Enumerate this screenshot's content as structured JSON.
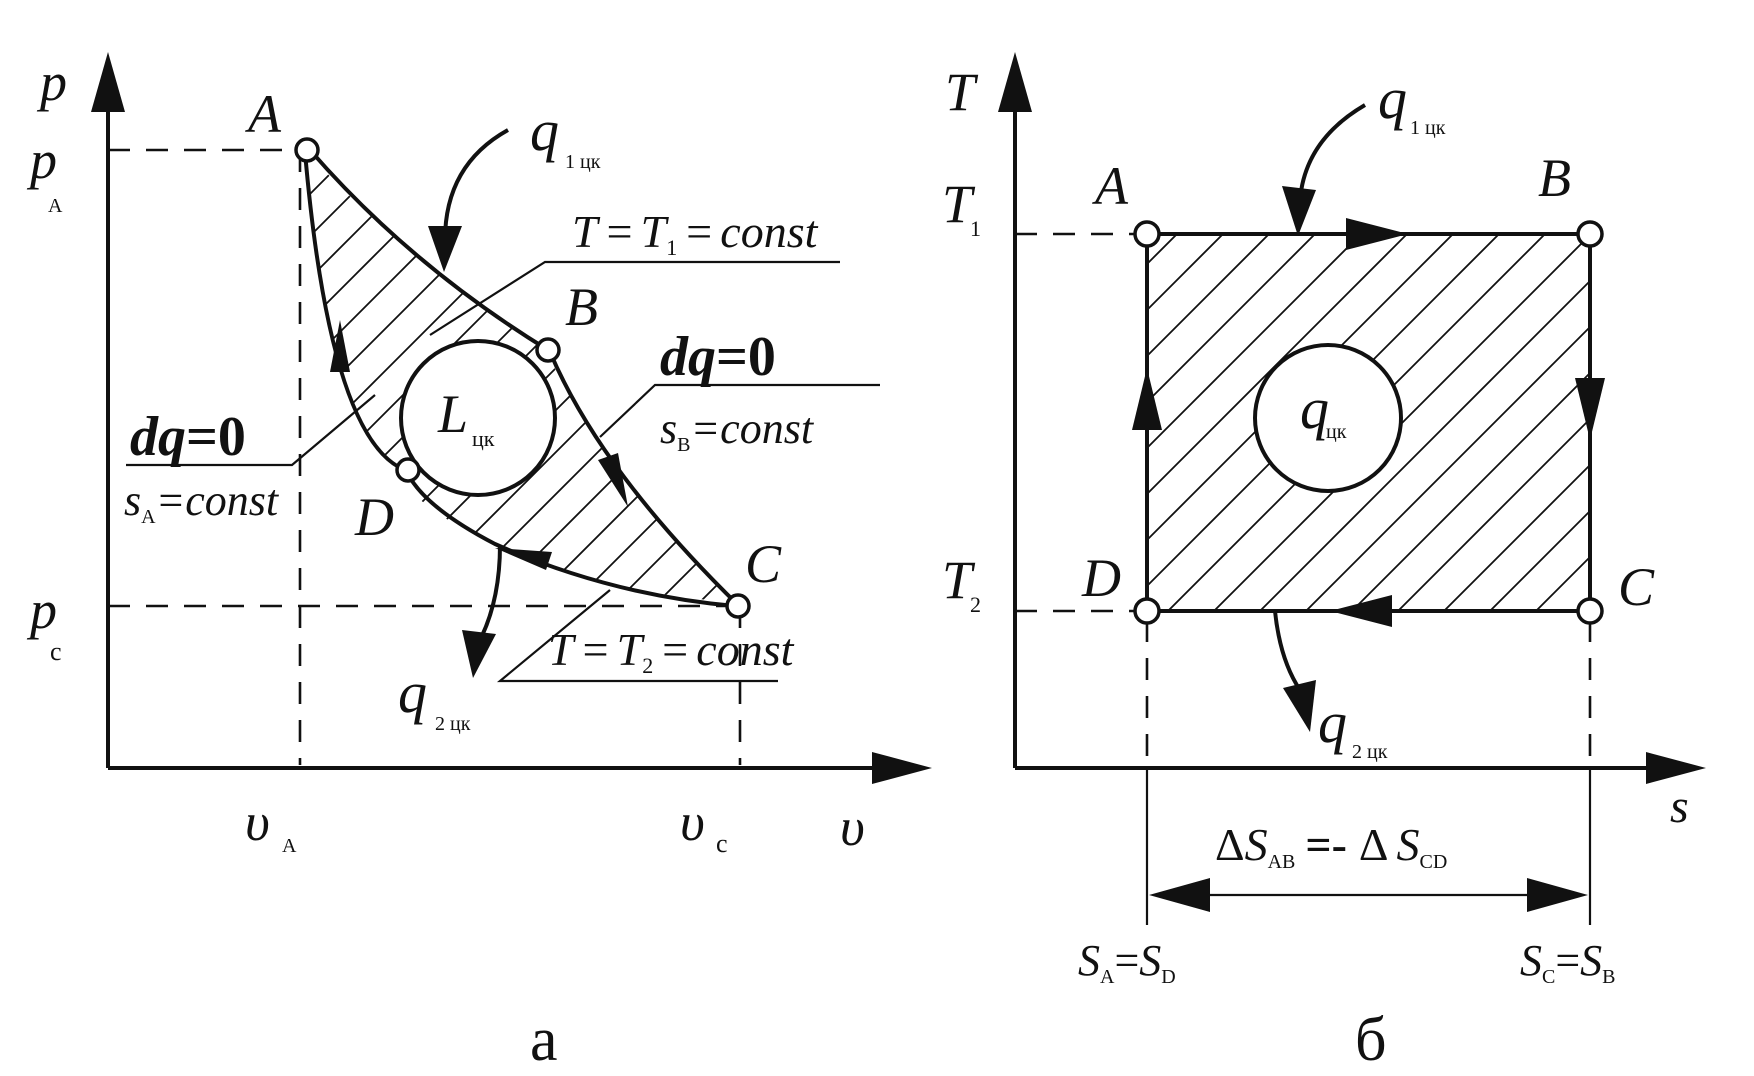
{
  "pv": {
    "axis_p": "p",
    "axis_v": "υ",
    "p_A": "p",
    "p_A_sub": "A",
    "p_C": "p",
    "p_C_sub": "c",
    "v_A": "υ",
    "v_A_sub": "A",
    "v_C": "υ",
    "v_C_sub": "c",
    "A": "A",
    "B": "B",
    "C": "C",
    "D": "D",
    "L": "L",
    "L_sub": "цк",
    "q1": "q",
    "q1_sub": "1 цк",
    "q2": "q",
    "q2_sub": "2 цк",
    "iso1_a": "T",
    "iso1_b": "=",
    "iso1_c": "T",
    "iso1_c_sub": "1",
    "iso1_d": "=",
    "iso1_e": "const",
    "iso2_a": "T",
    "iso2_b": "=",
    "iso2_c": "T",
    "iso2_c_sub": "2",
    "iso2_d": "=",
    "iso2_e": "const",
    "ad_left_1": "dq",
    "ad_left_2": "=0",
    "ad_left_s": "s",
    "ad_left_s_sub": "A",
    "ad_left_s_eq": "=",
    "ad_left_s_const": "const",
    "ad_right_1": "dq",
    "ad_right_2": "=0",
    "ad_right_s": "s",
    "ad_right_s_sub": "B",
    "ad_right_s_eq": "=",
    "ad_right_s_const": "const",
    "caption": "а"
  },
  "ts": {
    "axis_T": "T",
    "axis_s": "s",
    "T1": "T",
    "T1_sub": "1",
    "T2": "T",
    "T2_sub": "2",
    "A": "A",
    "B": "B",
    "C": "C",
    "D": "D",
    "q": "q",
    "q_sub": "цк",
    "q1": "q",
    "q1_sub": "1 цк",
    "q2": "q",
    "q2_sub": "2 цк",
    "delta_1": "Δ",
    "delta_s1": "S",
    "delta_s1_sub": "AB",
    "delta_eq": "=-",
    "delta_2": "Δ",
    "delta_s2": "S",
    "delta_s2_sub": "CD",
    "sA": "S",
    "sA_sub": "A",
    "sA_eq": "=",
    "sD": "S",
    "sD_sub": "D",
    "sC": "S",
    "sC_sub": "C",
    "sC_eq": "=",
    "sB": "S",
    "sB_sub": "B",
    "caption": "б"
  }
}
